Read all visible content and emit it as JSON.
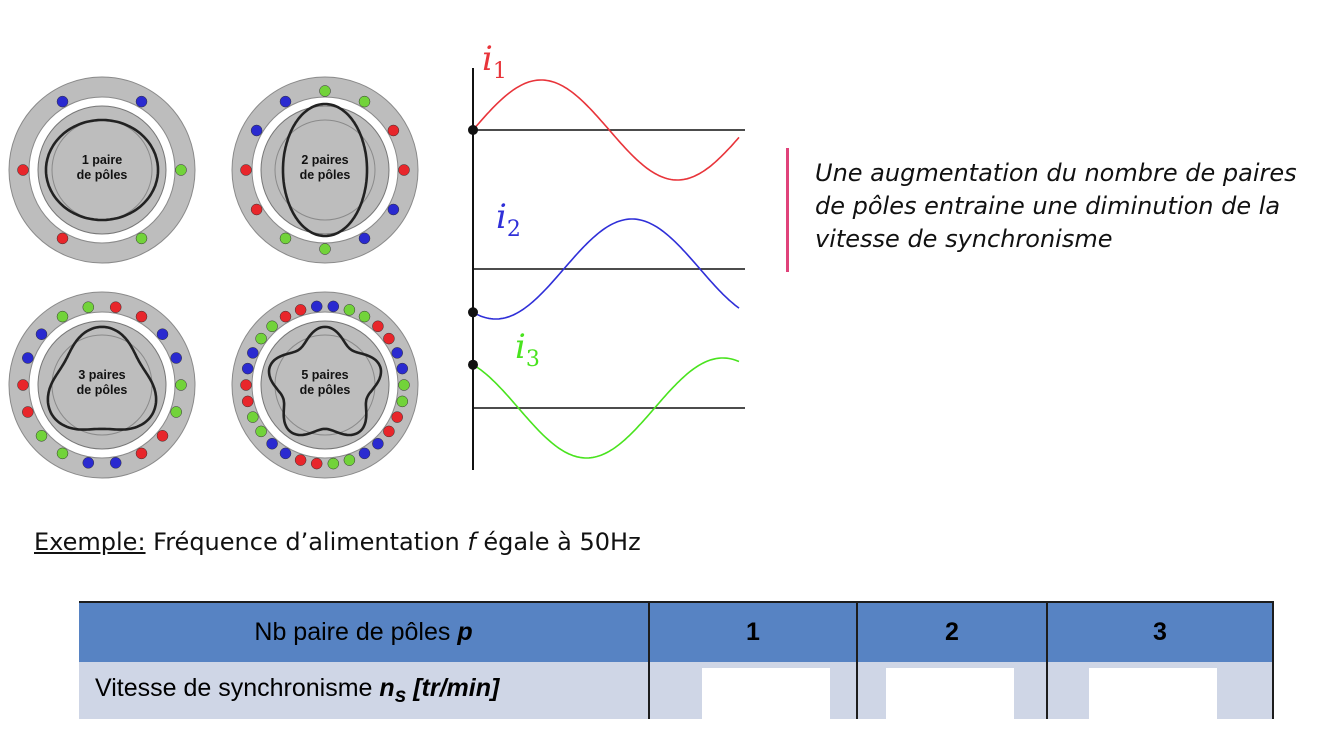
{
  "motors": [
    {
      "label_line1": "1 paire",
      "label_line2": "de pôles",
      "pairs": 1
    },
    {
      "label_line1": "2 paires",
      "label_line2": "de pôles",
      "pairs": 2
    },
    {
      "label_line1": "3 paires",
      "label_line2": "de pôles",
      "pairs": 3
    },
    {
      "label_line1": "5 paires",
      "label_line2": "de pôles",
      "pairs": 5
    }
  ],
  "waves": [
    {
      "letter": "i",
      "index": "1",
      "color": "#e8343a"
    },
    {
      "letter": "i",
      "index": "2",
      "color": "#2f2fd8"
    },
    {
      "letter": "i",
      "index": "3",
      "color": "#49e31e"
    }
  ],
  "note": {
    "text": "Une augmentation du nombre de paires de pôles entraine une diminution de la vitesse de synchronisme",
    "bar_color": "#e0427a"
  },
  "example": {
    "prefix": "Exemple:",
    "text_before": " Fréquence d’alimentation ",
    "symbol": "f",
    "text_after": " égale à 50Hz"
  },
  "table": {
    "header_label": "Nb paire de pôles ",
    "header_symbol": "p",
    "columns": [
      "1",
      "2",
      "3"
    ],
    "row_label": "Vitesse de synchronisme ",
    "row_symbol": "n",
    "row_symbol_sub": "s",
    "row_unit": " [tr/min]",
    "values": [
      "",
      "",
      ""
    ],
    "header_color": "#5783c3",
    "row_color": "#cfd6e6"
  },
  "pole_colors": {
    "red": "#e8262b",
    "green": "#72d33a",
    "blue": "#2a2ad0"
  }
}
